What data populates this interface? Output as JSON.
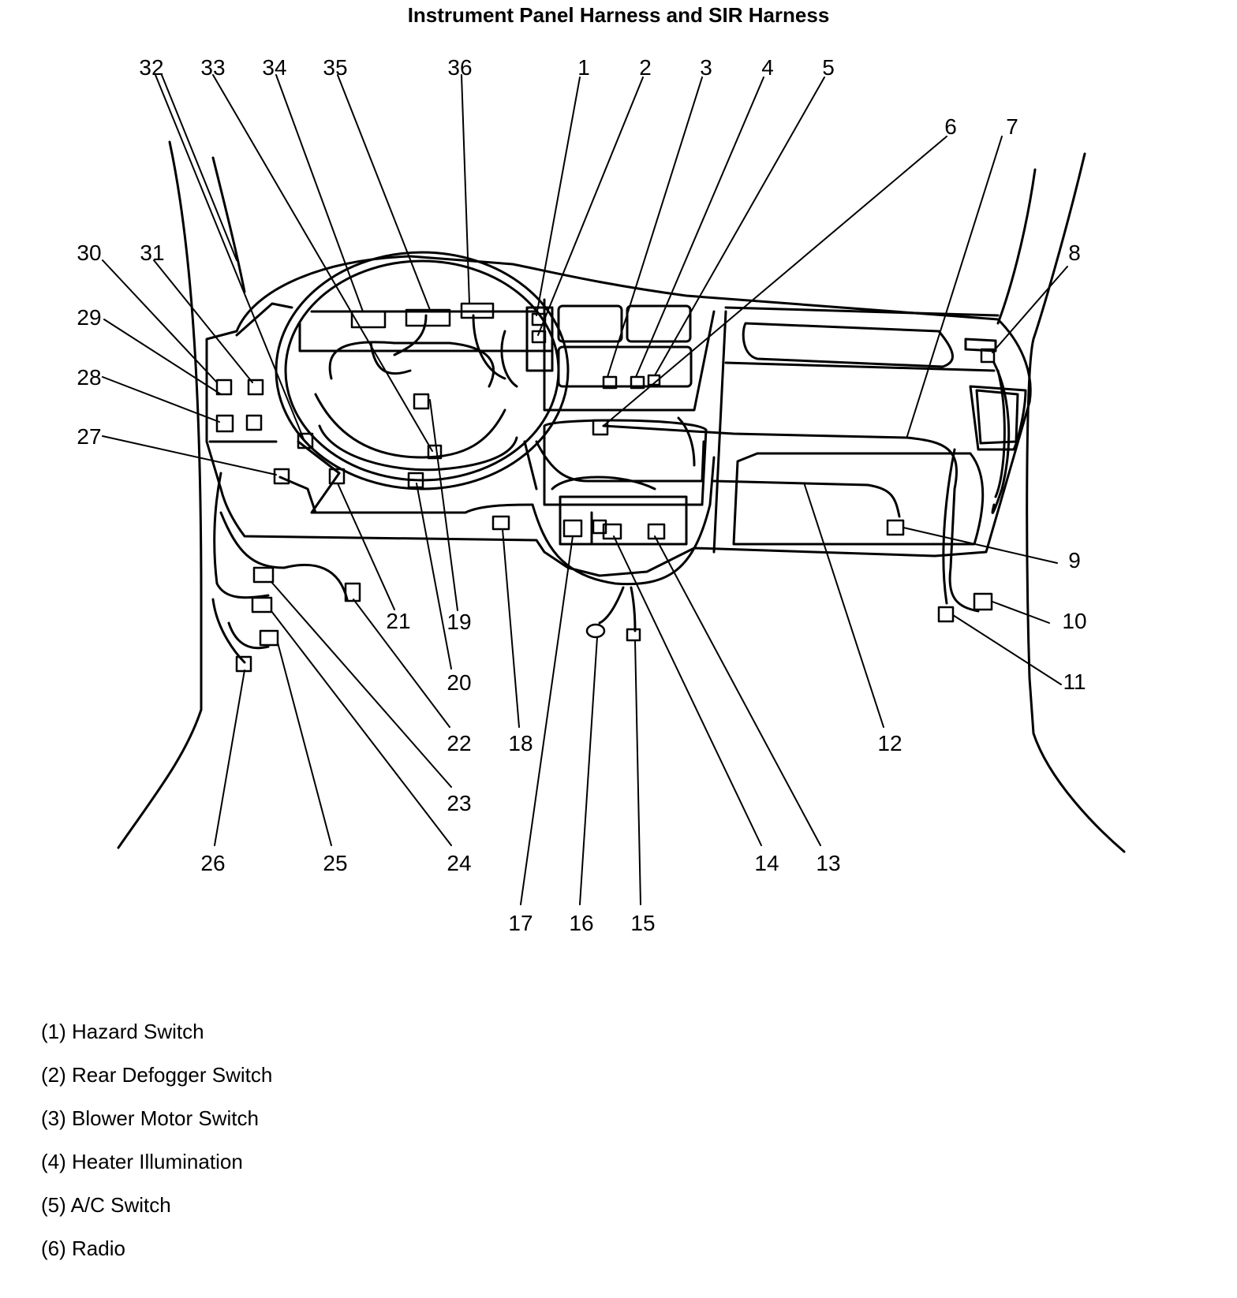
{
  "title": "Instrument Panel Harness and SIR Harness",
  "callouts": [
    "1",
    "2",
    "3",
    "4",
    "5",
    "6",
    "7",
    "8",
    "9",
    "10",
    "11",
    "12",
    "13",
    "14",
    "15",
    "16",
    "17",
    "18",
    "19",
    "20",
    "21",
    "22",
    "23",
    "24",
    "25",
    "26",
    "27",
    "28",
    "29",
    "30",
    "31",
    "32",
    "33",
    "34",
    "35",
    "36"
  ],
  "legend": [
    "(1) Hazard Switch",
    "(2) Rear Defogger Switch",
    "(3) Blower Motor Switch",
    "(4) Heater Illumination",
    "(5) A/C Switch",
    "(6) Radio"
  ]
}
